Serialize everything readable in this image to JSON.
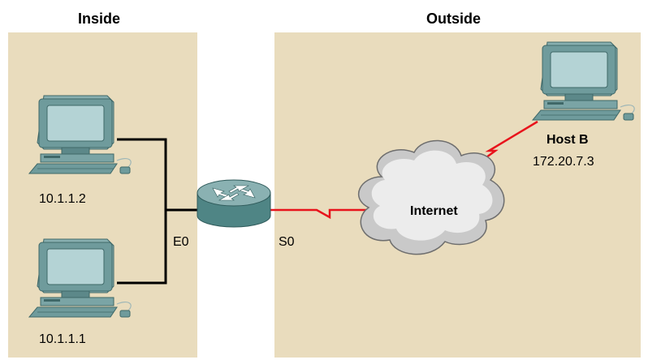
{
  "zones": {
    "inside": {
      "title": "Inside",
      "color": "#e9dcbd"
    },
    "outside": {
      "title": "Outside",
      "color": "#e9dcbd"
    }
  },
  "hosts": {
    "inside_top": {
      "ip": "10.1.1.2",
      "icon": "desktop-computer-icon"
    },
    "inside_bottom": {
      "ip": "10.1.1.1",
      "icon": "desktop-computer-icon"
    },
    "host_b": {
      "name": "Host B",
      "ip": "172.20.7.3",
      "icon": "desktop-computer-icon"
    }
  },
  "router": {
    "icon": "router-icon",
    "ethernet_interface": "E0",
    "serial_interface": "S0"
  },
  "cloud": {
    "label": "Internet",
    "icon": "cloud-icon"
  },
  "colors": {
    "serial_link": "#e8141c",
    "ethernet_link": "#000000",
    "monitor_body": "#6f9b9c",
    "screen": "#b4d3d5",
    "router_body": "#4f8585"
  }
}
